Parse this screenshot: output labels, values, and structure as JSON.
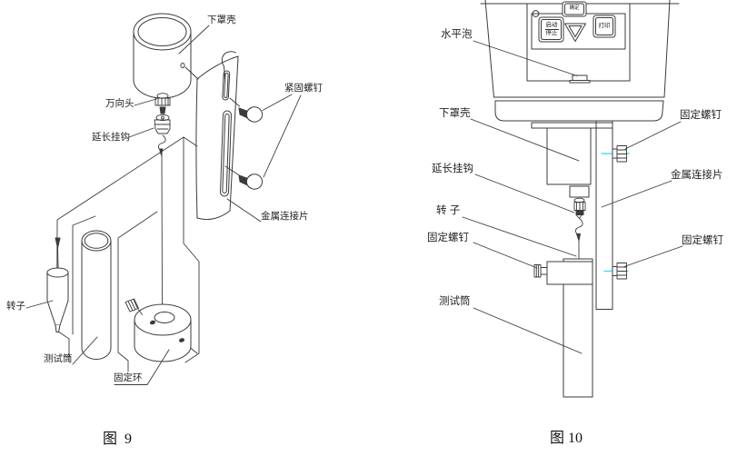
{
  "figure_left": {
    "caption": "图  9",
    "labels": {
      "cover_shell": "下罩壳",
      "universal_head": "万向头",
      "extension_hook": "延长挂钩",
      "fastening_screw": "紧固螺钉",
      "metal_connector": "金属连接片",
      "rotor": "转子",
      "test_cylinder": "测试筒",
      "fixing_ring": "固定环"
    }
  },
  "figure_right": {
    "caption": "图 10",
    "labels": {
      "level_bubble": "水平泡",
      "cover_shell": "下罩壳",
      "extension_hook": "延长挂钩",
      "rotor": "转 子",
      "fixing_screw_left": "固定螺钉",
      "test_cylinder": "测试筒",
      "fixing_screw_top_right": "固定螺钉",
      "metal_connector": "金属连接片",
      "fixing_screw_bottom_right": "固定螺钉"
    },
    "panel": {
      "confirm": "确定",
      "start": "启动",
      "stop": "停止",
      "print": "打印"
    }
  },
  "colors": {
    "line": "#3b3b3b",
    "highlight": "#4adeee",
    "text": "#1f1f1f"
  }
}
